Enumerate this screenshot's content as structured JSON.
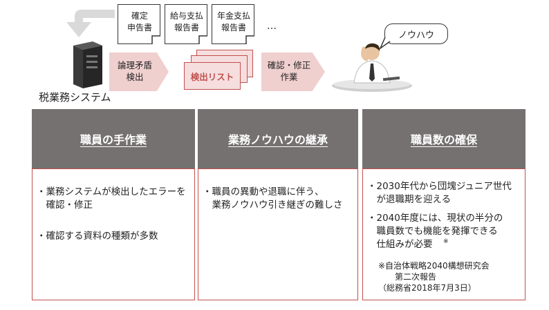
{
  "documents": [
    {
      "label": "確定\n申告書"
    },
    {
      "label": "給与支払\n報告書"
    },
    {
      "label": "年金支払\n報告書"
    }
  ],
  "documents_more": "…",
  "system_label": "税業務システム",
  "arrow_detect": "論理矛盾\n検出",
  "list_label": "検出リスト",
  "arrow_confirm": "確認・修正\n作業",
  "bubble": "ノウハウ",
  "columns": [
    {
      "title": "職員の手作業",
      "bullets": [
        "・業務システムが検出したエラーを\n　確認・修正",
        "・確認する資料の種類が多数"
      ]
    },
    {
      "title": "業務ノウハウの継承",
      "bullets": [
        "・職員の異動や退職に伴う、\n　業務ノウハウ引き継ぎの難しさ"
      ]
    },
    {
      "title": "職員数の確保",
      "bullets": [
        "・2030年代から団塊ジュニア世代\n　が退職期を迎える",
        "・2040年度には、現状の半分の\n　職員数でも機能を発揮できる\n　仕組みが必要"
      ],
      "footnote_mark": "※",
      "note": "※自治体戦略2040構想研究会\n　　第二次報告\n（総務省2018年7月3日）"
    }
  ],
  "colors": {
    "arrow": "#f0cfcf",
    "list_border": "#c0504d",
    "header_bg": "#767171",
    "return_arrow": "#d9d9d9"
  }
}
